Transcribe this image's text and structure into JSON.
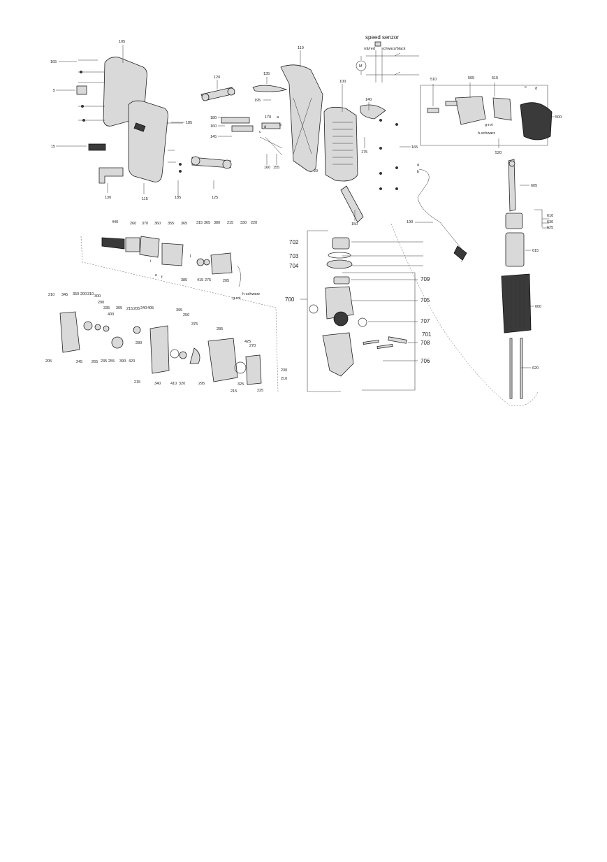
{
  "sensor": {
    "title": "speed senzor",
    "wire_left": "rot/red",
    "wire_right": "schwarz/black",
    "motor": "M"
  },
  "wires": {
    "red_a": "g-rot",
    "black_a": "h-schwarz",
    "red_b": "g-rot",
    "black_b": "h-schwarz"
  },
  "callouts": {
    "p165a": "165",
    "p105": "105",
    "p5": "5",
    "p15": "15",
    "p130": "130",
    "p115": "115",
    "p185a": "185",
    "p185b": "185",
    "p110": "110",
    "p120": "120",
    "p135": "135",
    "p195": "195",
    "p180": "180",
    "p160a": "160",
    "p145": "145",
    "p170": "170",
    "p125": "125",
    "p160b": "160",
    "p155": "155",
    "p20": "20",
    "p100": "100",
    "p140": "140",
    "p175": "175",
    "p165b": "165",
    "p150": "150",
    "p190": "190",
    "p510": "510",
    "p505": "505",
    "p515": "515",
    "p500": "500",
    "p520": "520",
    "p605": "605",
    "p610": "610",
    "p630": "630",
    "p625": "625",
    "p615": "615",
    "p600": "600",
    "p620": "620",
    "p440": "440",
    "p260": "260",
    "p370": "370",
    "p360": "360",
    "p355": "355",
    "p365a": "365",
    "p315": "315",
    "p365b": "365",
    "p380": "380",
    "p215a": "215",
    "p330": "330",
    "p220": "220",
    "p385": "385",
    "p415": "415",
    "p275": "275",
    "p205a": "205",
    "p210a": "210",
    "p345": "345",
    "p350": "350",
    "p200": "200",
    "p310": "310",
    "p300": "300",
    "p290": "290",
    "p335": "335",
    "p400": "400",
    "p305": "305",
    "p215b": "215",
    "p205b": "205",
    "p240": "240",
    "p405": "405",
    "p395": "395",
    "p250": "250",
    "p375": "375",
    "p285": "285",
    "p425": "425",
    "p270": "270",
    "p205c": "205",
    "p245": "245",
    "p265": "265",
    "p235": "235",
    "p255": "255",
    "p390": "390",
    "p420": "420",
    "p280": "280",
    "p215c": "215",
    "p340": "340",
    "p410": "410",
    "p320": "320",
    "p295": "295",
    "p325": "325",
    "p215d": "215",
    "p225": "225",
    "p230": "230",
    "p210b": "210",
    "p700": "700",
    "p702": "702",
    "p703": "703",
    "p704": "704",
    "p709": "709",
    "p705": "705",
    "p707": "707",
    "p701": "701",
    "p708": "708",
    "p706": "706",
    "la": "a",
    "lb": "b",
    "lc": "c",
    "ld": "d",
    "le": "e",
    "lf": "f",
    "li": "i",
    "lj": "j",
    "lc2": "c",
    "ld2": "d",
    "la2": "a",
    "lb2": "b"
  }
}
